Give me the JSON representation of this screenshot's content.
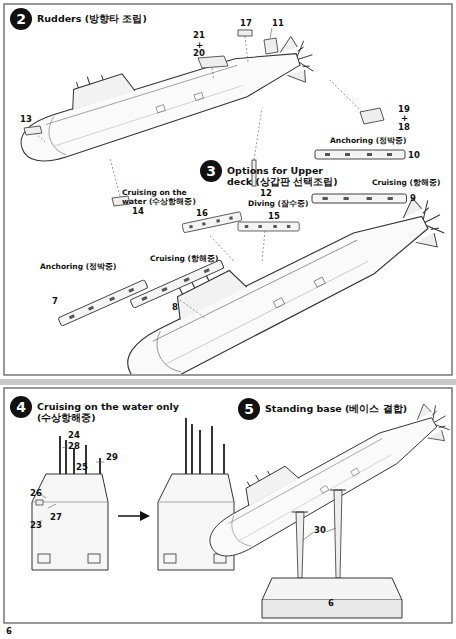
{
  "diagram": {
    "nodes": [
      {
        "text": [
          "2",
          "Rudders (방향타 조립)"
        ]
      },
      {
        "text": [
          "3",
          "Options for Upper deck (상갑판 선택조립)"
        ]
      },
      {
        "text": [
          "4",
          "Cruising on the water only (수상항해중)"
        ]
      },
      {
        "text": [
          "5",
          "Standing base (베이스 결합)"
        ]
      }
    ],
    "labels": [
      "21",
      "+",
      "20",
      "17",
      "11",
      "13",
      "14",
      "12",
      "19",
      "+",
      "18",
      "Anchoring (정박중)",
      "10",
      "Cruising (항해중)",
      "9",
      "Cruising on the water (수상항해중)",
      "16",
      "Diving (잠수중)",
      "15",
      "Cruising (항해중)",
      "8",
      "Anchoring (정박중)",
      "7",
      "24",
      "28",
      "29",
      "25",
      "26",
      "27",
      "23",
      "30",
      "6",
      "6"
    ]
  }
}
